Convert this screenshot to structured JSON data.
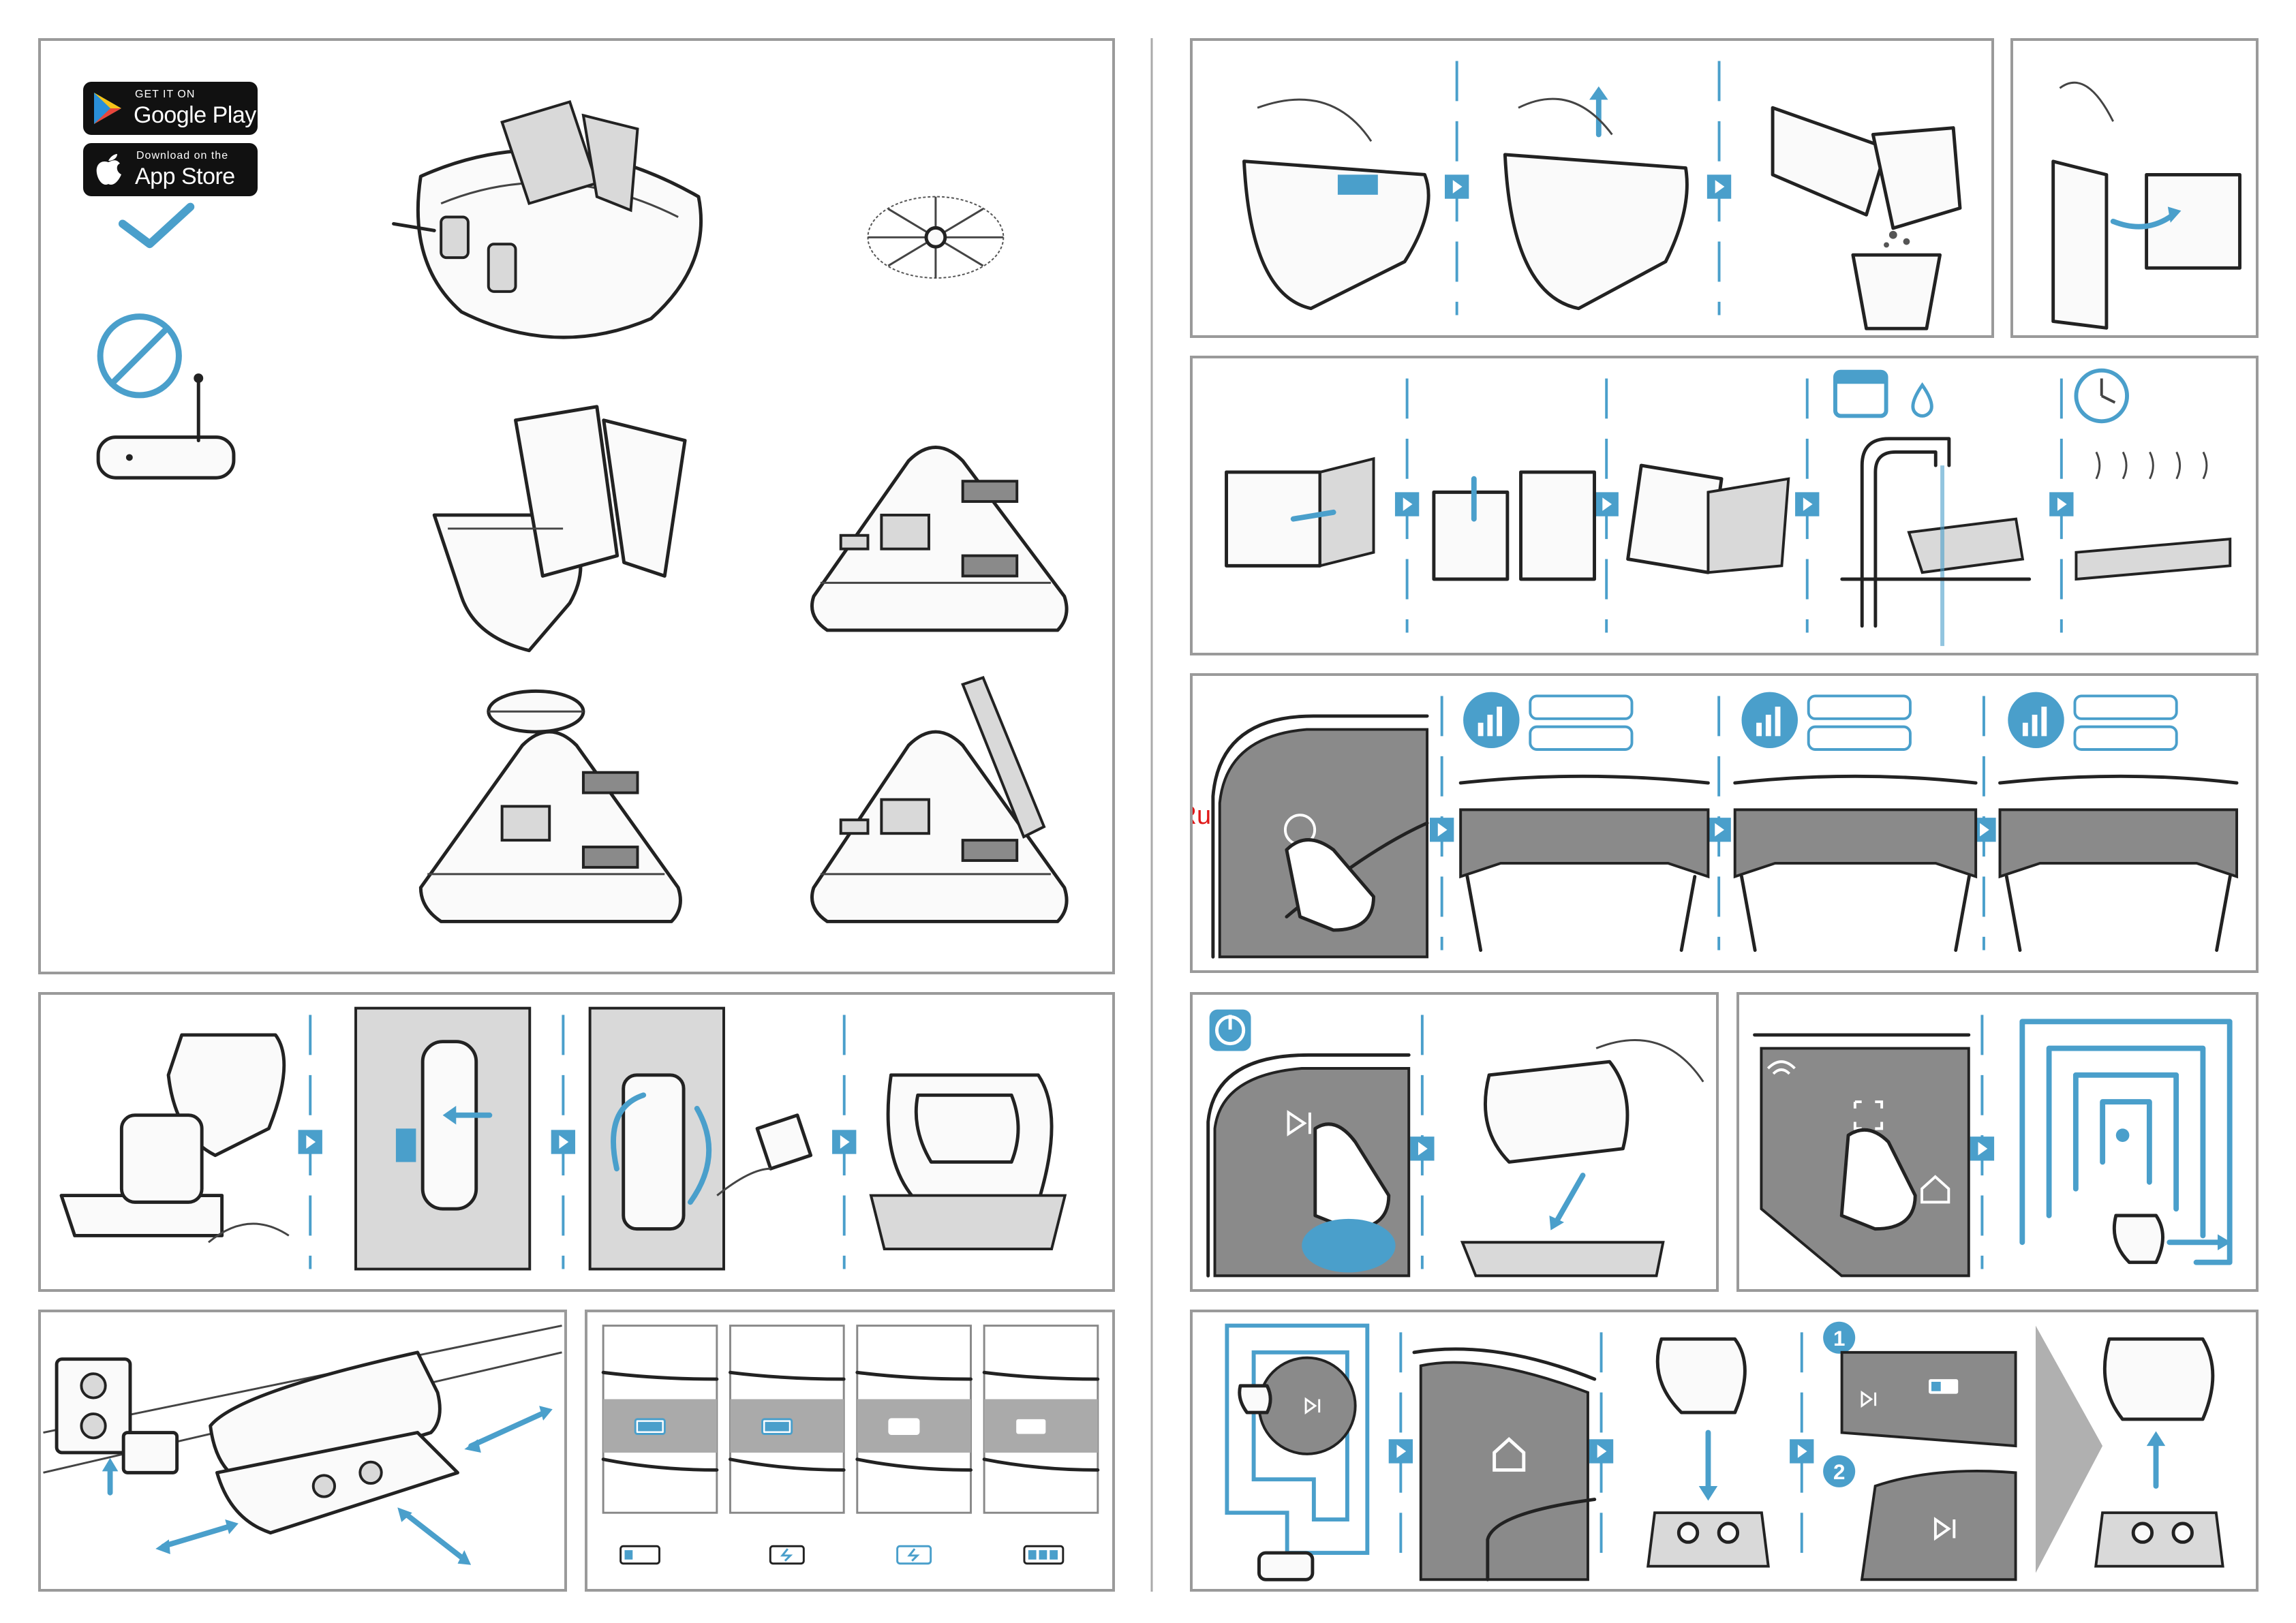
{
  "store_badges": {
    "google": {
      "small": "GET IT ON",
      "big": "Google Play"
    },
    "apple": {
      "small": "Download on the",
      "big": "App Store"
    }
  },
  "watermark": "McGrp.Ru",
  "accent_color": "#4a9fcb",
  "icons": [
    "google-play-icon",
    "apple-icon",
    "checkmark-icon",
    "prohibited-icon",
    "router-icon",
    "calendar-icon",
    "water-drop-icon",
    "clock-icon",
    "signal-strength-icon",
    "power-icon",
    "play-pause-icon",
    "spot-clean-icon",
    "home-icon",
    "wifi-icon",
    "battery-icon",
    "arrow-right-icon"
  ],
  "step_numbers": [
    "1",
    "2"
  ]
}
